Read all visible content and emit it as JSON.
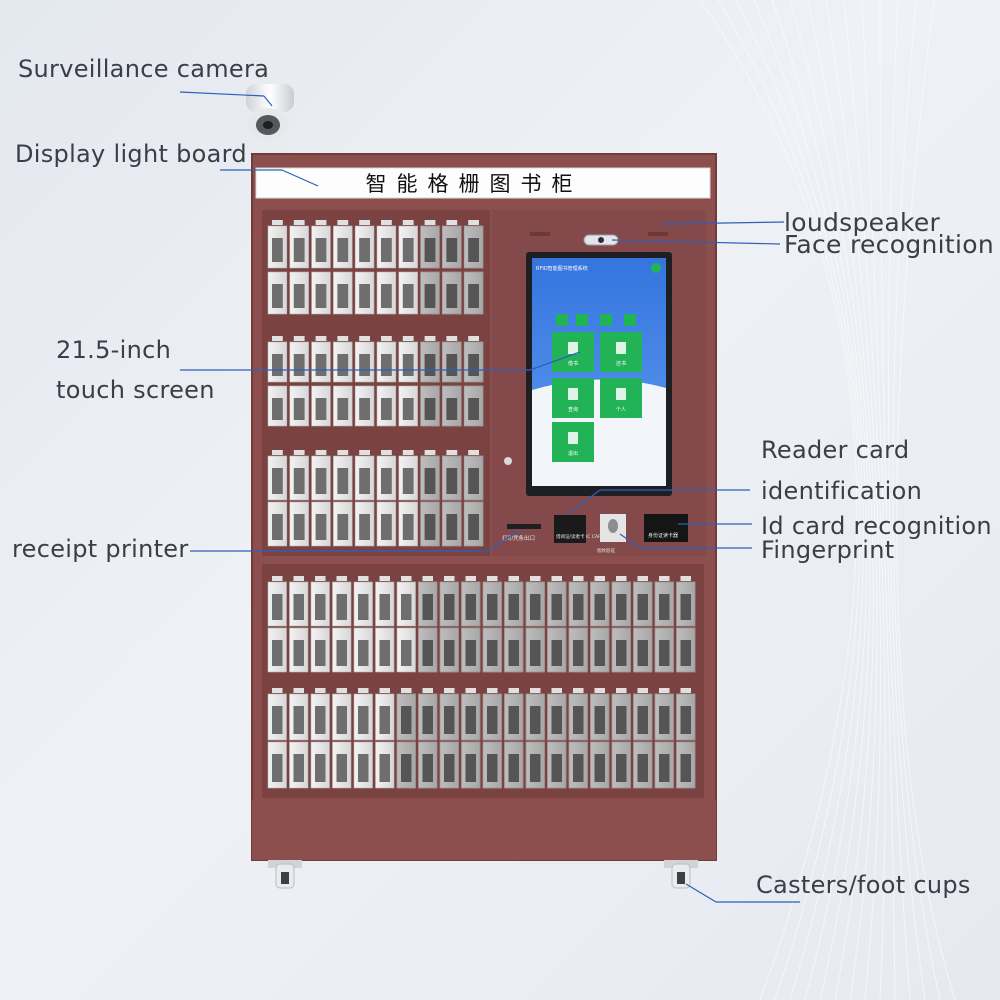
{
  "cabinet": {
    "header_text": "智能格栅图书柜",
    "body_color": "#8c4f4e",
    "header_color": "#fdfdfd",
    "accent_line_color": "#2f5fb8"
  },
  "screen": {
    "top_bar_text": "RFID智能图书管理系统",
    "tiles": [
      "借书",
      "还书",
      "查询",
      "个人",
      "退出"
    ],
    "screen_bg": "#3d7be0",
    "tile_color": "#22b357"
  },
  "labels": {
    "camera": "Surveillance camera",
    "light_board": "Display light board",
    "touch_screen_1": "21.5-inch",
    "touch_screen_2": "touch screen",
    "printer": "receipt printer",
    "speaker": "loudspeaker",
    "face": "Face recognition",
    "reader_1": "Reader card",
    "reader_2": "identification",
    "id_card": "Id card recognition",
    "fingerprint": "Fingerprint",
    "casters": "Casters/foot cups"
  },
  "panel_labels": {
    "printer_slot": "打印凭条出口",
    "reader_pad": "借阅证/读者卡 IC CARD",
    "finger_pad": "指纹验证",
    "id_pad": "身份证读卡器"
  }
}
